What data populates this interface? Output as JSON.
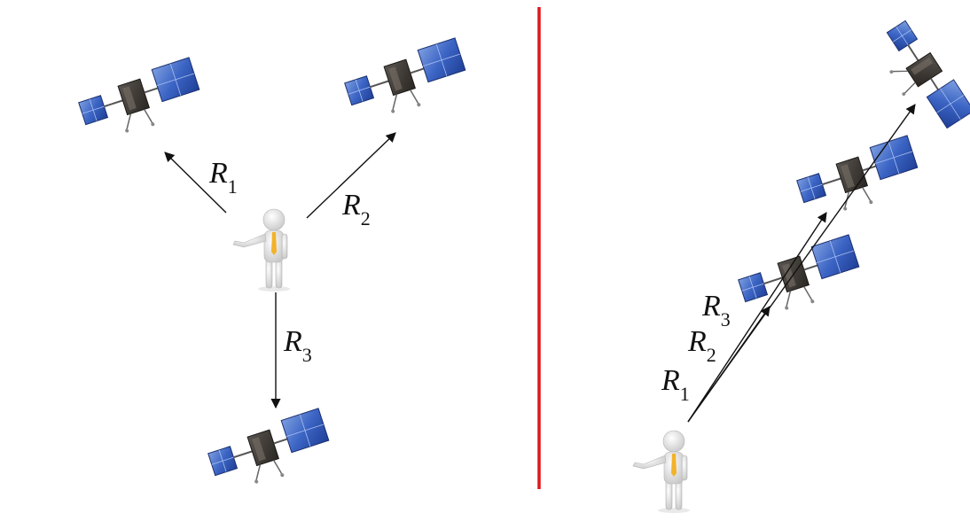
{
  "divider_color": "#e0161b",
  "panels": {
    "left": {
      "labels": [
        {
          "main": "R",
          "sub": "1"
        },
        {
          "main": "R",
          "sub": "2"
        },
        {
          "main": "R",
          "sub": "3"
        }
      ]
    },
    "right": {
      "labels": [
        {
          "main": "R",
          "sub": "3"
        },
        {
          "main": "R",
          "sub": "2"
        },
        {
          "main": "R",
          "sub": "1"
        }
      ]
    }
  },
  "icons": [
    "satellite-icon",
    "person-pointing-icon"
  ]
}
